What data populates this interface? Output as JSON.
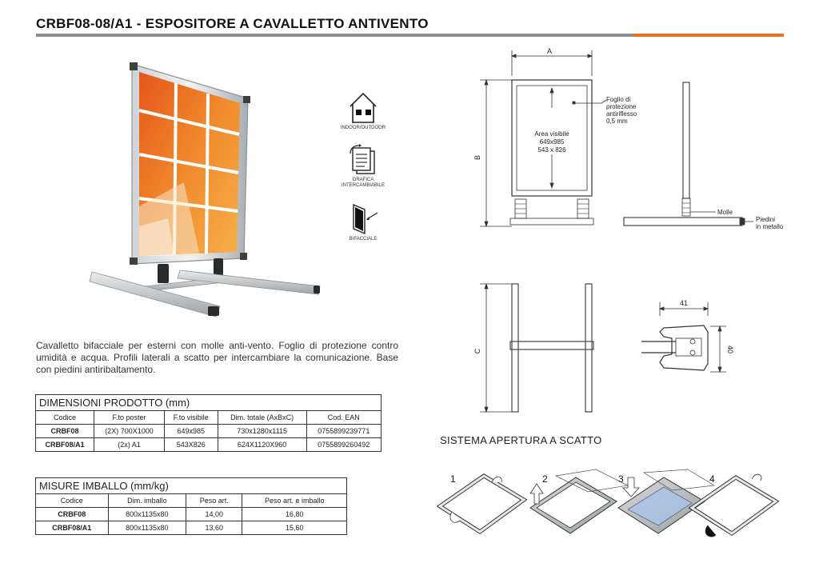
{
  "header": {
    "title": "CRBF08-08/A1 - ESPOSITORE A CAVALLETTO ANTIVENTO",
    "accent_color": "#e8731f",
    "rule_color": "#8c8c8c"
  },
  "features": [
    {
      "label": "INDOOR/OUTDOOR",
      "icon": "house-icon"
    },
    {
      "label": "GRAFICA INTERCAMBIABILE",
      "icon": "documents-icon"
    },
    {
      "label": "BIFACCIALE",
      "icon": "double-side-icon"
    }
  ],
  "description": "Cavalletto bifacciale per esterni con molle anti-vento. Foglio di protezione contro umidità e acqua. Profili laterali a scatto per intercambiare la comunicazione. Base con piedini antiribaltamento.",
  "dim_table": {
    "title": "DIMENSIONI PRODOTTO (mm)",
    "headers": [
      "Codice",
      "F.to poster",
      "F.to visibile",
      "Dim. totale (AxBxC)",
      "Cod. EAN"
    ],
    "rows": [
      [
        "CRBF08",
        "(2X) 700X1000",
        "649x985",
        "730x1280x1115",
        "0755899239771"
      ],
      [
        "CRBF08/A1",
        "(2x) A1",
        "543X826",
        "624X1120X960",
        "0755899260492"
      ]
    ]
  },
  "pack_table": {
    "title": "MISURE IMBALLO (mm/kg)",
    "headers": [
      "Codice",
      "Dim. imballo",
      "Peso art.",
      "Peso art. e imballo"
    ],
    "rows": [
      [
        "CRBF08",
        "800x1135x80",
        "14,00",
        "16,80"
      ],
      [
        "CRBF08/A1",
        "800x1135x80",
        "13,60",
        "15,60"
      ]
    ]
  },
  "drawing": {
    "dim_a": "A",
    "dim_b": "B",
    "dim_c": "C",
    "area_label": "Area visibile",
    "area_size_1": "649x985",
    "area_size_2": "543 x 826",
    "foil_label_1": "Foglio di",
    "foil_label_2": "protezione",
    "foil_label_3": "antiriflesso",
    "foil_label_4": "0,5 mm",
    "spring_label": "Molle",
    "feet_label_1": "Piedini",
    "feet_label_2": "in metallo",
    "profile_w": "41",
    "profile_h": "40"
  },
  "system": {
    "title": "SISTEMA APERTURA A SCATTO",
    "steps": [
      "1",
      "2",
      "3",
      "4"
    ]
  }
}
